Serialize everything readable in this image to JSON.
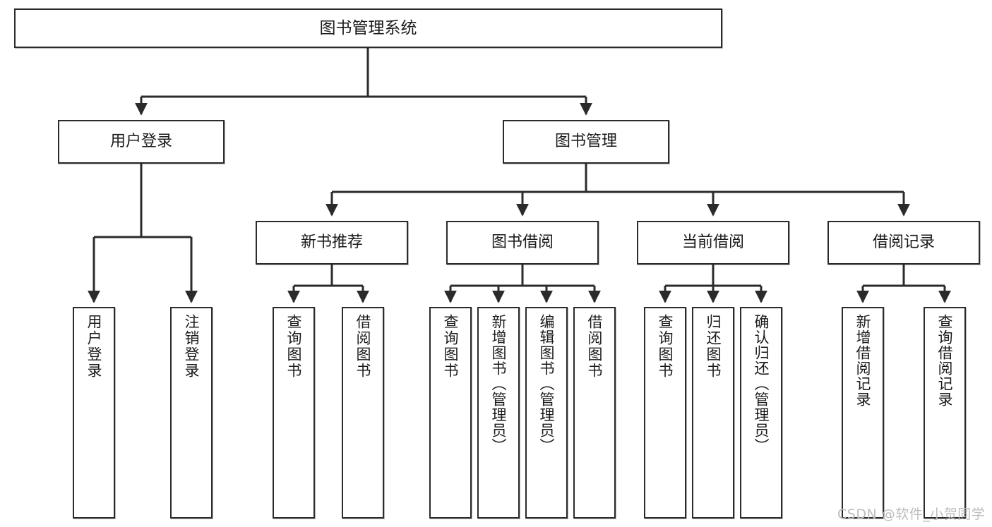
{
  "diagram": {
    "title": "图书管理系统",
    "type": "tree-hierarchy-chart",
    "orientation": "top-down",
    "colors": {
      "box_border": "#2b2b2b",
      "box_fill": "#ffffff",
      "edge": "#2b2b2b",
      "text": "#1b1b1b",
      "watermark": "#bdbdbd"
    }
  },
  "nodes": {
    "root": {
      "label": "图书管理系统"
    },
    "level1": [
      {
        "label": "用户登录"
      },
      {
        "label": "图书管理"
      }
    ],
    "level2": [
      {
        "label": "新书推荐"
      },
      {
        "label": "图书借阅"
      },
      {
        "label": "当前借阅"
      },
      {
        "label": "借阅记录"
      }
    ],
    "leaves": {
      "user_login": [
        {
          "label": "用户登录"
        },
        {
          "label": "注销登录"
        }
      ],
      "new_book_recommend": [
        {
          "label": "查询图书"
        },
        {
          "label": "借阅图书"
        }
      ],
      "book_borrow": [
        {
          "label": "查询图书"
        },
        {
          "label": "新增图书（管理员）"
        },
        {
          "label": "编辑图书（管理员）"
        },
        {
          "label": "借阅图书"
        }
      ],
      "current_borrow": [
        {
          "label": "查询图书"
        },
        {
          "label": "归还图书"
        },
        {
          "label": "确认归还（管理员）"
        }
      ],
      "borrow_records": [
        {
          "label": "新增借阅记录"
        },
        {
          "label": "查询借阅记录"
        }
      ]
    }
  },
  "watermark": {
    "text": "CSDN @软件_小贺同学"
  }
}
